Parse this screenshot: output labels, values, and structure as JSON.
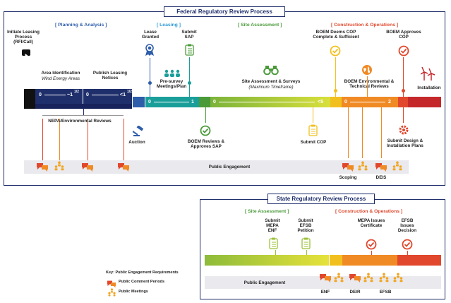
{
  "federal": {
    "title": "Federal Regulatory Review Process",
    "sections": {
      "planning": "[ Planning & Analysis ]",
      "leasing": "[ Leasing ]",
      "site": "[ Site Assessment ]",
      "construction": "[ Construction & Operations ]"
    },
    "labels": {
      "initiate": "Initiate Leasing Process (RFI/Call)",
      "area_id": "Area Identification",
      "wind_areas": "Wind Energy Areas",
      "publish": "Publish Leasing Notices",
      "lease_granted": "Lease Granted",
      "submit_sap": "Submit SAP",
      "pre_survey": "Pre-survey Meetings/Plan",
      "site_surveys": "Site Assessment & Surveys",
      "max_time": "(Maximum Timeframe)",
      "deems_cop": "BOEM Deems COP Complete & Sufficient",
      "approves_cop": "BOEM Approves COP",
      "env_reviews": "BOEM Environmental & Technical Reviews",
      "installation": "Installation",
      "nepa": "NEPA/Environmental Reviews",
      "auction": "Auction",
      "approves_sap": "BOEM Reviews & Approves SAP",
      "submit_cop": "Submit COP",
      "submit_design": "Submit Design & Installation Plans",
      "public_engagement": "Public Engagement",
      "scoping": "Scoping",
      "deis": "DEIS"
    },
    "timeline": {
      "a_start": "0",
      "a_end": "~1",
      "a_sup": "1/2",
      "b_start": "0",
      "b_end": "<1",
      "b_sup": "1/2",
      "c_start": "0",
      "c_end": "1",
      "d_start": "0",
      "d_end": "<5",
      "e_start": "0",
      "e_end": "2"
    }
  },
  "state": {
    "title": "State Regulatory Review Process",
    "sections": {
      "site": "[ Site Assessment ]",
      "construction": "[ Construction & Operations ]"
    },
    "labels": {
      "mepa_enf": "Submit MEPA ENF",
      "efsb_petition": "Submit EFSB Petition",
      "mepa_cert": "MEPA Issues Certificate",
      "efsb_decision": "EFSB Issues Decision",
      "public_engagement": "Public Engagement",
      "enf": "ENF",
      "deir": "DEIR",
      "efsb": "EFSB"
    }
  },
  "key": {
    "title": "Key: Public Engagement Requirements",
    "comment": "Public Comment Periods",
    "meetings": "Public Meetings"
  },
  "colors": {
    "navy": "#1f2f6b",
    "blue": "#2e5daa",
    "teal": "#1a9e9a",
    "green": "#4a9a3a",
    "lime": "#9cc23a",
    "yellow": "#f2c01e",
    "orange": "#f08a24",
    "red": "#e0472c",
    "darkred": "#c4282b"
  }
}
